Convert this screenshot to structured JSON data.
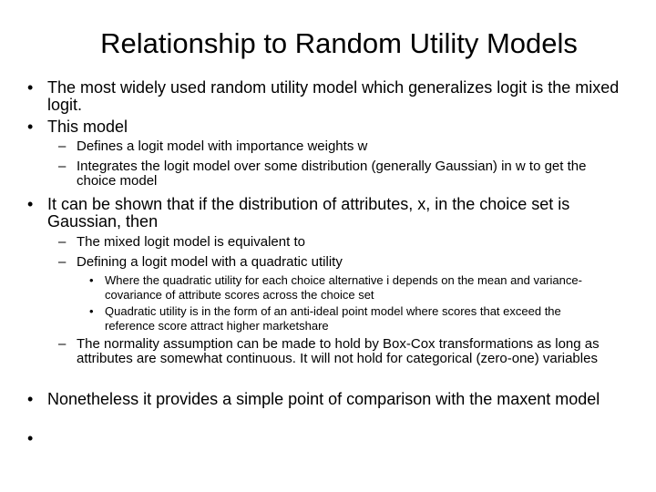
{
  "title": "Relationship to Random Utility Models",
  "bullets": {
    "b1": "The most widely used random utility model which generalizes logit is the mixed logit.",
    "b2": "This model",
    "b2_1": "Defines a logit model with importance weights w",
    "b2_2": "Integrates the logit model over some distribution (generally Gaussian) in w to get the choice model",
    "b3": "It can be shown that if the distribution of attributes, x, in the choice set is Gaussian, then",
    "b3_1": "The mixed logit model is equivalent to",
    "b3_2": "Defining a logit model with a quadratic utility",
    "b3_2_1": "Where the quadratic utility for each choice alternative i depends on the mean and variance-covariance of attribute scores across the choice set",
    "b3_2_2": "Quadratic utility is in the form of an anti-ideal point model where scores that exceed the reference score attract higher marketshare",
    "b3_3": "The normality assumption can be made to hold by Box-Cox transformations as long as attributes are somewhat continuous.  It will not hold for categorical (zero-one) variables",
    "b4": "Nonetheless it provides a simple point of comparison with the maxent model",
    "b5": ""
  },
  "markers": {
    "level1": "•",
    "level2": "–",
    "level3": "•"
  }
}
